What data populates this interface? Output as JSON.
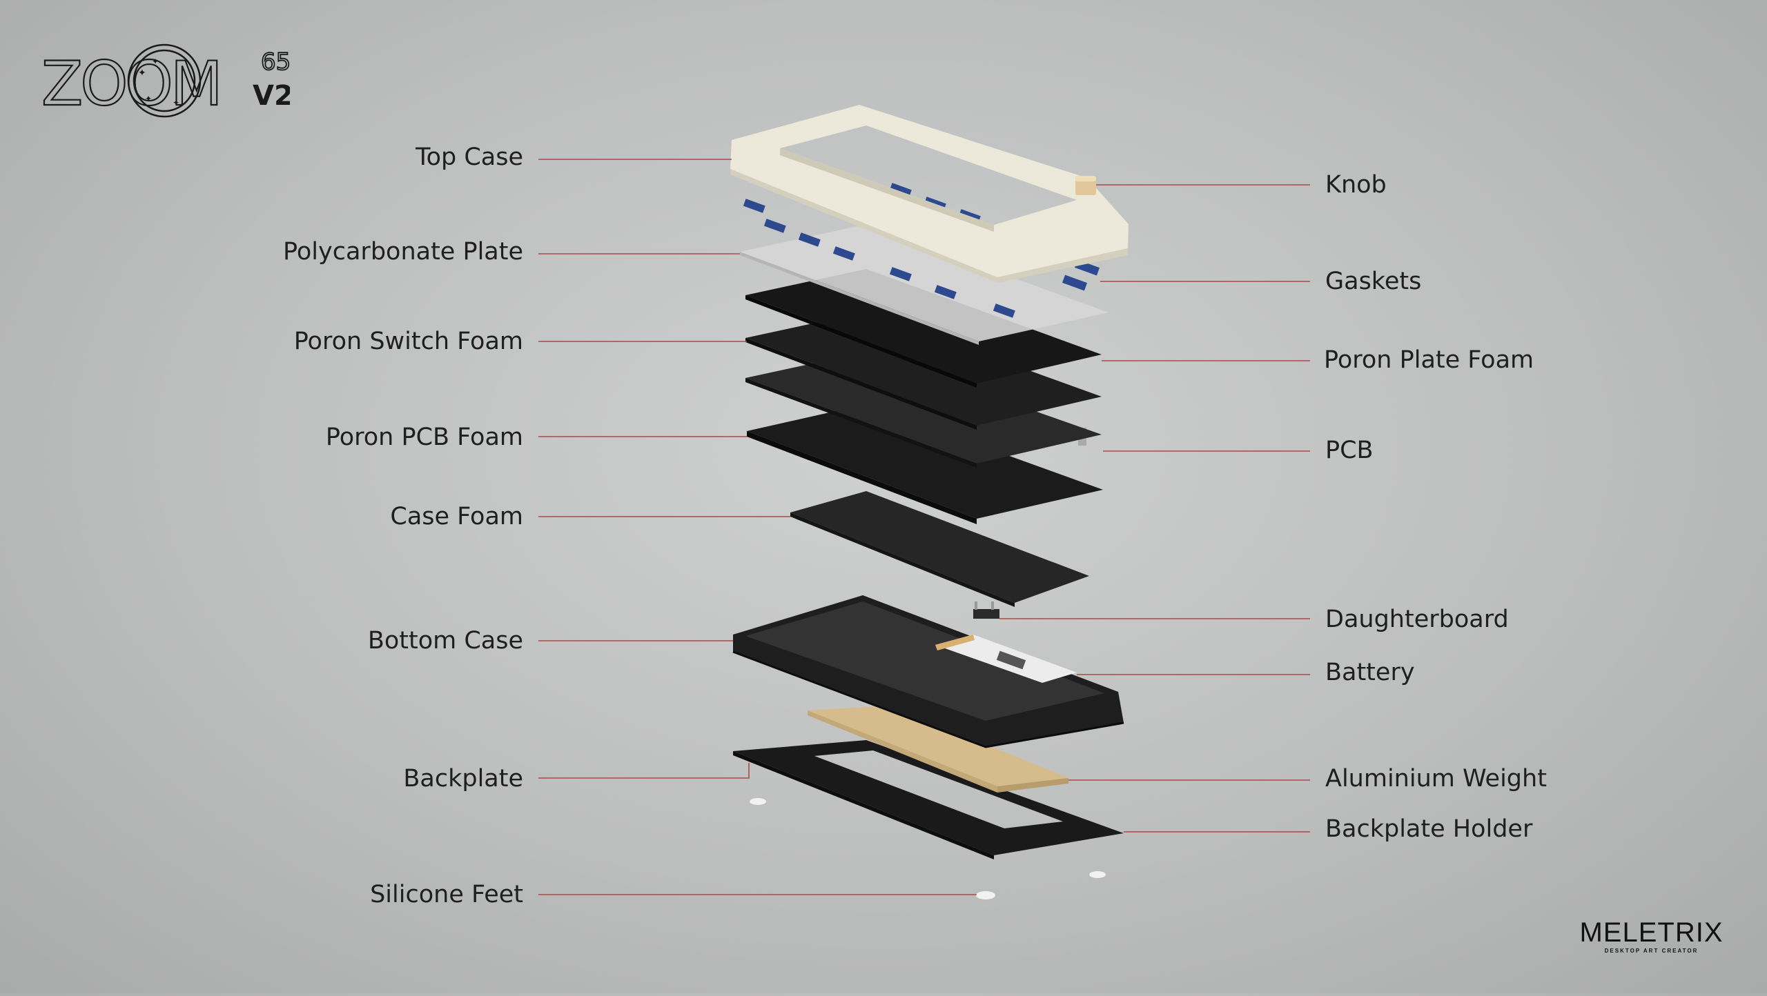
{
  "logo": {
    "word": "ZOOM",
    "number": "65",
    "version": "V2"
  },
  "labels_left": [
    {
      "id": "top-case",
      "text": "Top Case"
    },
    {
      "id": "polycarbonate-plate",
      "text": "Polycarbonate Plate"
    },
    {
      "id": "poron-switch-foam",
      "text": "Poron Switch Foam"
    },
    {
      "id": "poron-pcb-foam",
      "text": "Poron PCB Foam"
    },
    {
      "id": "case-foam",
      "text": "Case Foam"
    },
    {
      "id": "bottom-case",
      "text": "Bottom Case"
    },
    {
      "id": "backplate",
      "text": "Backplate"
    },
    {
      "id": "silicone-feet",
      "text": "Silicone Feet"
    }
  ],
  "labels_right": [
    {
      "id": "knob",
      "text": "Knob"
    },
    {
      "id": "gaskets",
      "text": "Gaskets"
    },
    {
      "id": "poron-plate-foam",
      "text": "Poron Plate Foam"
    },
    {
      "id": "pcb",
      "text": "PCB"
    },
    {
      "id": "daughterboard",
      "text": "Daughterboard"
    },
    {
      "id": "battery",
      "text": "Battery"
    },
    {
      "id": "aluminium-weight",
      "text": "Aluminium Weight"
    },
    {
      "id": "backplate-holder",
      "text": "Backplate Holder"
    }
  ],
  "brand": {
    "name": "MELETRIX",
    "tagline": "DESKTOP ART CREATOR"
  },
  "colors": {
    "leader": "#a84a4a",
    "top_case": "#ece8da",
    "gasket": "#2e4a8e",
    "pc_plate": "#d8d8d8",
    "foam": "#2a2a2a",
    "pcb": "#1c1c1c",
    "weight": "#d6bc8c",
    "knob": "#e2c79a"
  }
}
